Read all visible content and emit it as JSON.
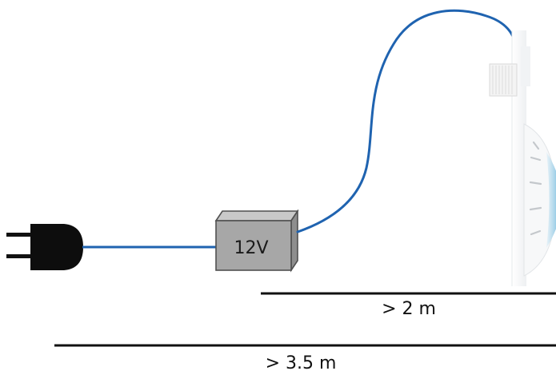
{
  "diagram": {
    "transformer_label": "12V",
    "dimensions": [
      {
        "label": "> 2 m"
      },
      {
        "label": "> 3.5 m"
      }
    ]
  }
}
